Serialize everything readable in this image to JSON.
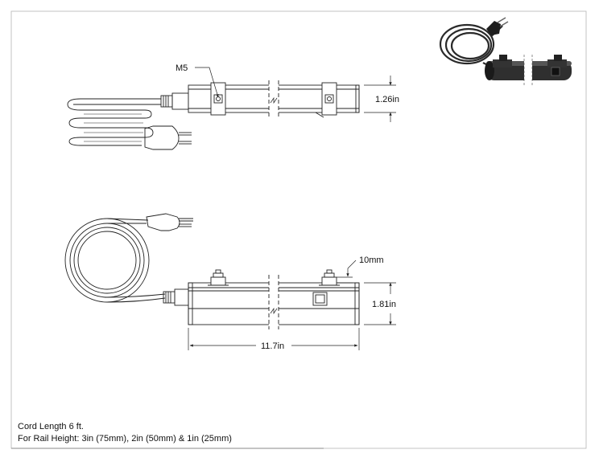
{
  "drawing": {
    "top_view": {
      "callout_label": "M5",
      "height_label": "1.26in"
    },
    "side_view": {
      "clamp_label": "10mm",
      "height_label": "1.81in",
      "length_label": "11.7in"
    },
    "notes": {
      "cord_length": "Cord Length 6 ft.",
      "rail_height": "For Rail Height: 3in (75mm), 2in (50mm) & 1in (25mm)"
    }
  },
  "colors": {
    "line": "#222222",
    "frame": "#999999",
    "render_body": "#2a2a2a"
  }
}
